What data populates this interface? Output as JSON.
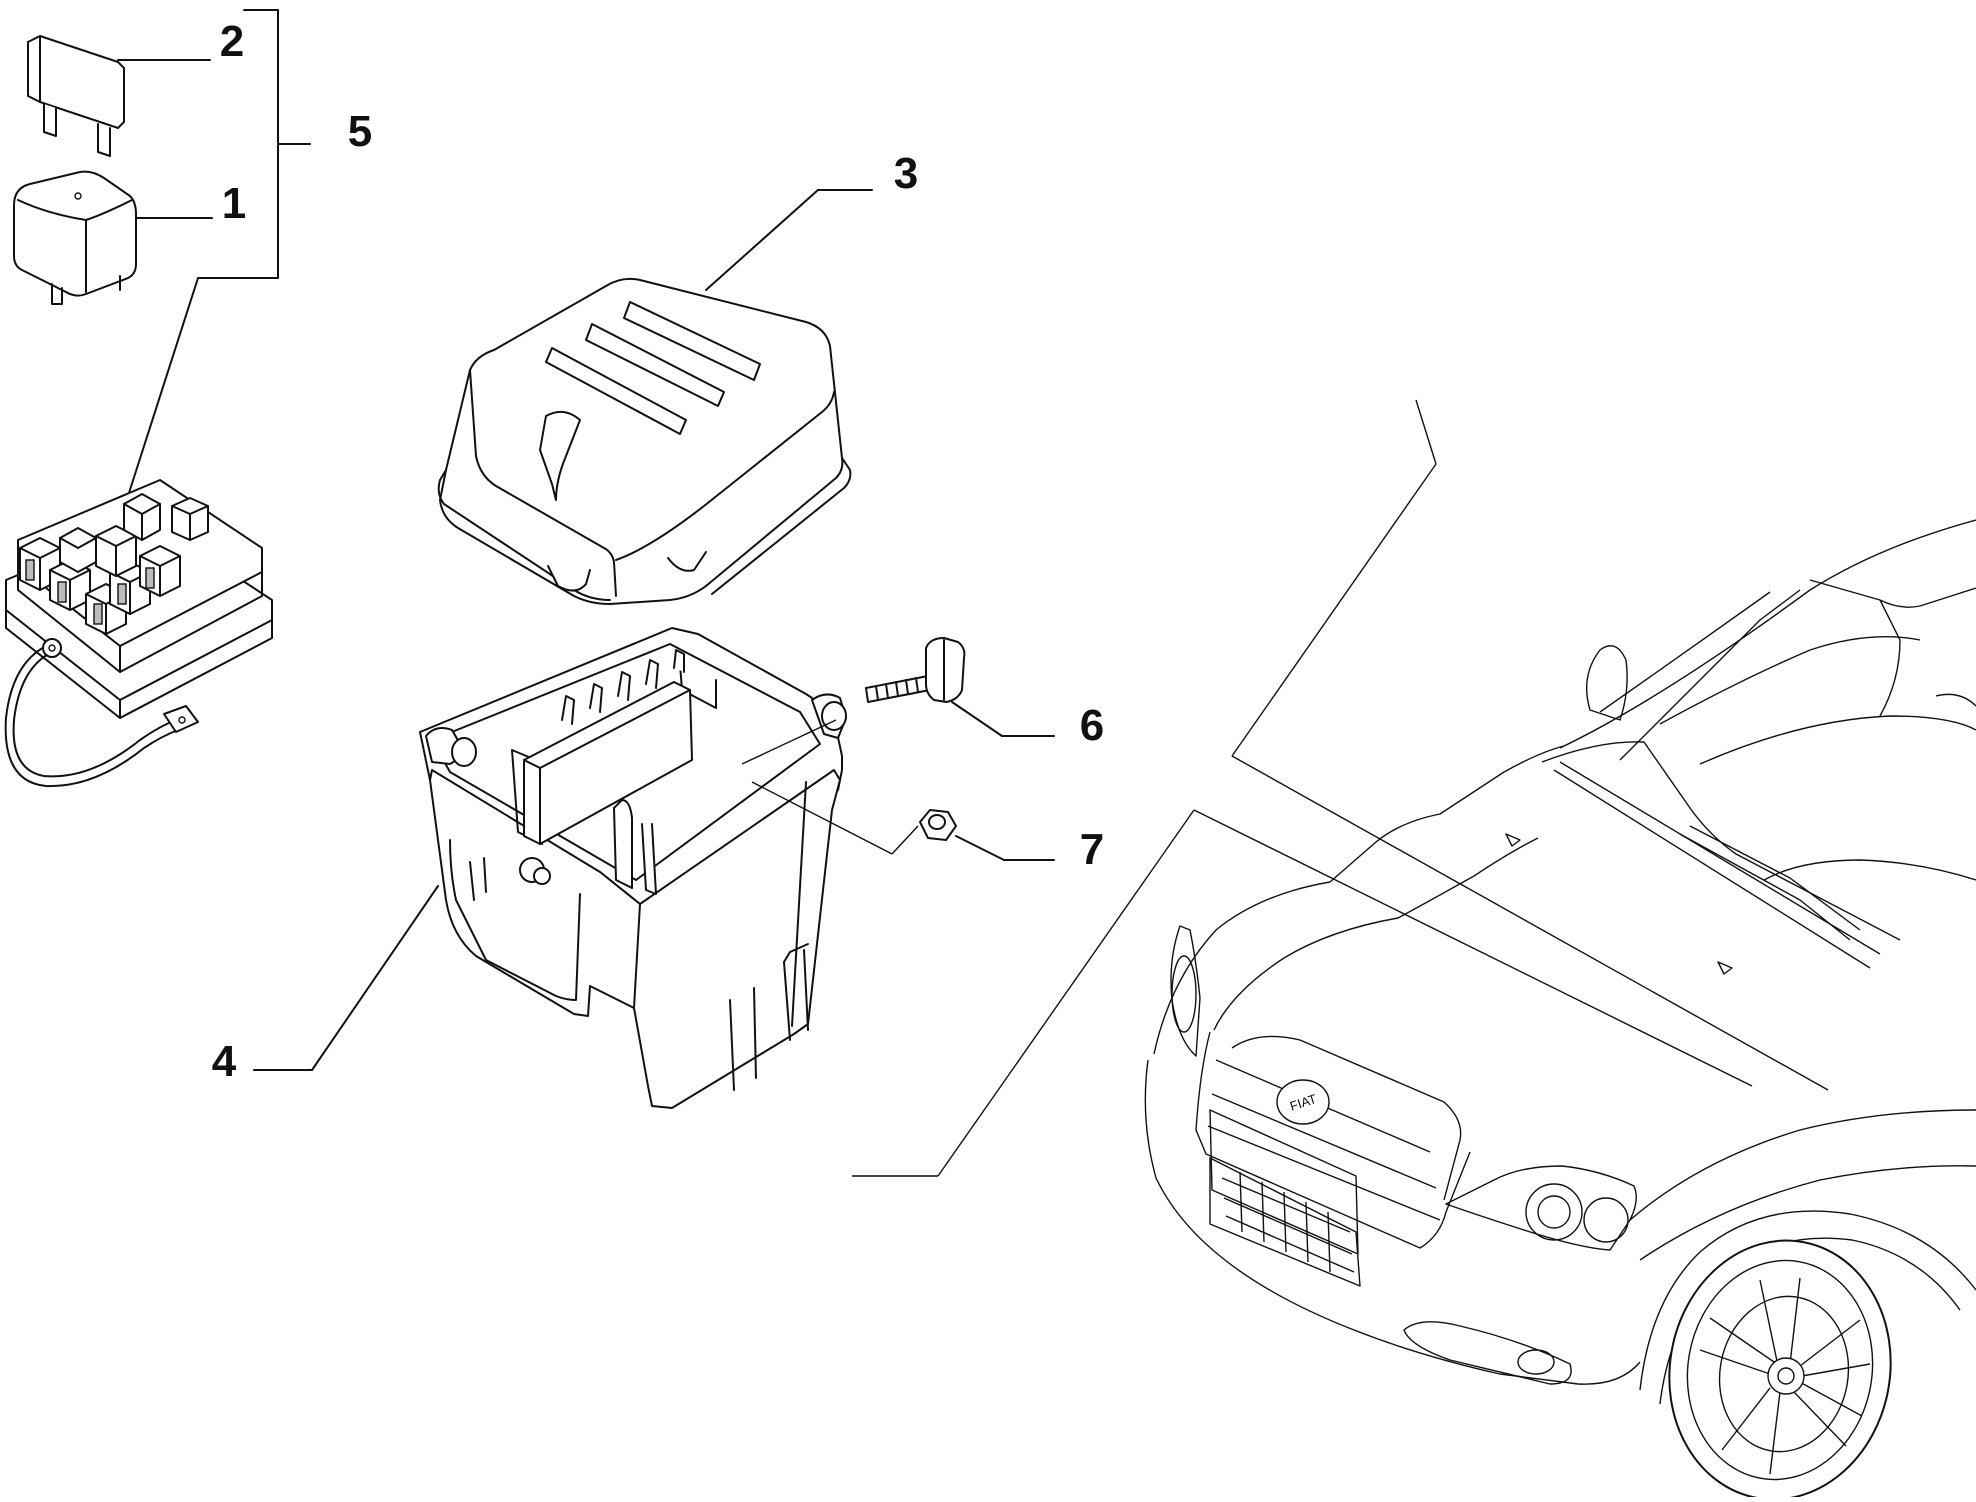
{
  "diagram": {
    "callouts": [
      {
        "id": "c1",
        "label": "1"
      },
      {
        "id": "c2",
        "label": "2"
      },
      {
        "id": "c3",
        "label": "3"
      },
      {
        "id": "c4",
        "label": "4"
      },
      {
        "id": "c5",
        "label": "5"
      },
      {
        "id": "c6",
        "label": "6"
      },
      {
        "id": "c7",
        "label": "7"
      }
    ],
    "car_badge": "FIAT",
    "colors": {
      "line": "#111111",
      "background": "#ffffff",
      "shade": "#bdbdbd"
    }
  }
}
